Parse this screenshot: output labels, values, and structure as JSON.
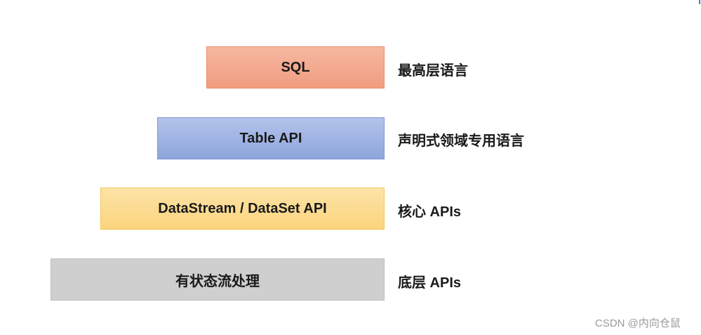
{
  "layers": [
    {
      "label": "SQL",
      "description": "最高层语言"
    },
    {
      "label": "Table API",
      "description": "声明式领域专用语言"
    },
    {
      "label": "DataStream / DataSet API",
      "description": "核心 APIs"
    },
    {
      "label": "有状态流处理",
      "description": "底层 APIs"
    }
  ],
  "colors": {
    "sql": "#f3a98e",
    "table_api": "#9fb4e3",
    "datastream_api": "#fcdb91",
    "stateful_stream": "#cfcfcf"
  },
  "watermark": "CSDN @内向仓鼠"
}
